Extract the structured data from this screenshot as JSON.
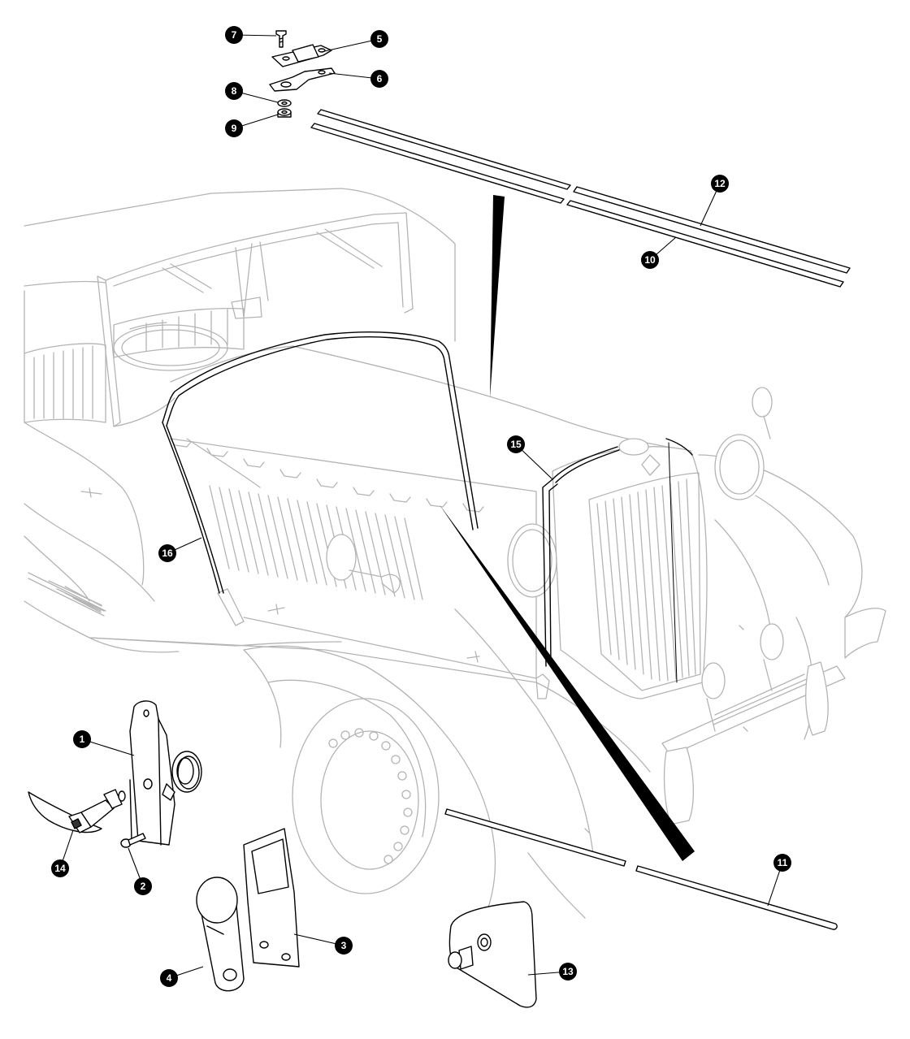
{
  "diagram": {
    "type": "exploded-parts-diagram",
    "subject": "windscreen frame seals and fittings",
    "callouts": [
      {
        "label": "1"
      },
      {
        "label": "2"
      },
      {
        "label": "3"
      },
      {
        "label": "4"
      },
      {
        "label": "5"
      },
      {
        "label": "6"
      },
      {
        "label": "7"
      },
      {
        "label": "8"
      },
      {
        "label": "9"
      },
      {
        "label": "10"
      },
      {
        "label": "11"
      },
      {
        "label": "12"
      },
      {
        "label": "13"
      },
      {
        "label": "14"
      },
      {
        "label": "15"
      },
      {
        "label": "16"
      }
    ]
  }
}
